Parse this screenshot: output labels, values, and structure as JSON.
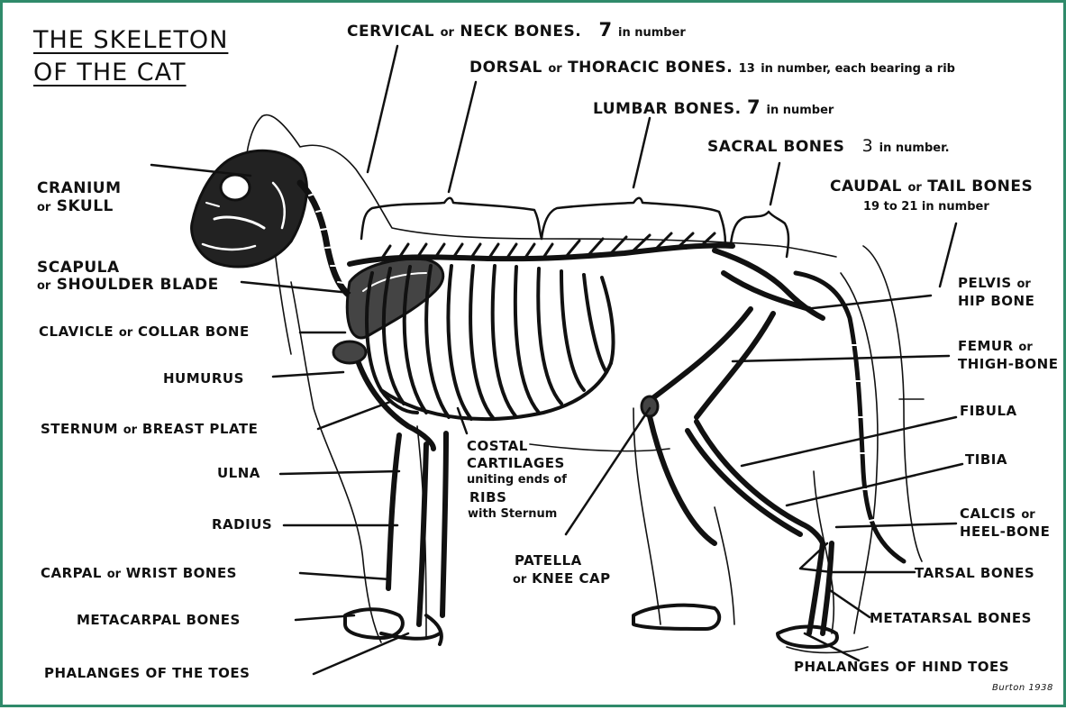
{
  "title": {
    "line1": "THE SKELETON",
    "line2": "OF THE CAT"
  },
  "labels": {
    "cervical": {
      "main": "CERVICAL",
      "or": "or",
      "rest": "NECK BONES.",
      "count": "7",
      "tail": "in number"
    },
    "dorsal": {
      "main": "DORSAL",
      "or": "or",
      "rest": "THORACIC BONES.",
      "count": "13",
      "tail": "in number, each bearing a rib"
    },
    "lumbar": {
      "main": "LUMBAR BONES.",
      "count": "7",
      "tail": "in number"
    },
    "sacral": {
      "main": "SACRAL BONES",
      "count": "3",
      "tail": "in number."
    },
    "caudal": {
      "main": "CAUDAL",
      "or": "or",
      "rest": "TAIL BONES",
      "sub": "19 to 21 in number"
    },
    "cranium": {
      "line1": "CRANIUM",
      "line2_or": "or",
      "line2": "SKULL"
    },
    "scapula": {
      "line1": "SCAPULA",
      "line2_or": "or",
      "line2": "SHOULDER BLADE"
    },
    "clavicle": {
      "main": "CLAVICLE",
      "or": "or",
      "rest": "COLLAR BONE"
    },
    "humurus": "HUMURUS",
    "sternum": {
      "main": "STERNUM",
      "or": "or",
      "rest": "BREAST PLATE"
    },
    "ulna": "ULNA",
    "radius": "RADIUS",
    "carpal": {
      "main": "CARPAL",
      "or": "or",
      "rest": "WRIST BONES"
    },
    "metacarpal": "METACARPAL BONES",
    "phalanges_toes": "PHALANGES OF THE TOES",
    "costal": {
      "line1": "COSTAL",
      "line2": "CARTILAGES",
      "line3": "uniting ends of",
      "line4": "RIBS",
      "line5": "with Sternum"
    },
    "patella": {
      "line1": "PATELLA",
      "line2_or": "or",
      "line2": "KNEE CAP"
    },
    "pelvis": {
      "line1": "PELVIS",
      "or": "or",
      "line2": "HIP BONE"
    },
    "femur": {
      "line1": "FEMUR",
      "or": "or",
      "line2": "THIGH-BONE"
    },
    "fibula": "FIBULA",
    "tibia": "TIBIA",
    "calcis": {
      "line1": "CALCIS",
      "or": "or",
      "line2": "HEEL-BONE"
    },
    "tarsal": "TARSAL BONES",
    "metatarsal": "METATARSAL BONES",
    "phalanges_hind": "PHALANGES OF HIND TOES",
    "signature": "Burton 1938"
  },
  "colors": {
    "frame": "#2f8a6a",
    "ink": "#111111",
    "paper": "#ffffff"
  }
}
